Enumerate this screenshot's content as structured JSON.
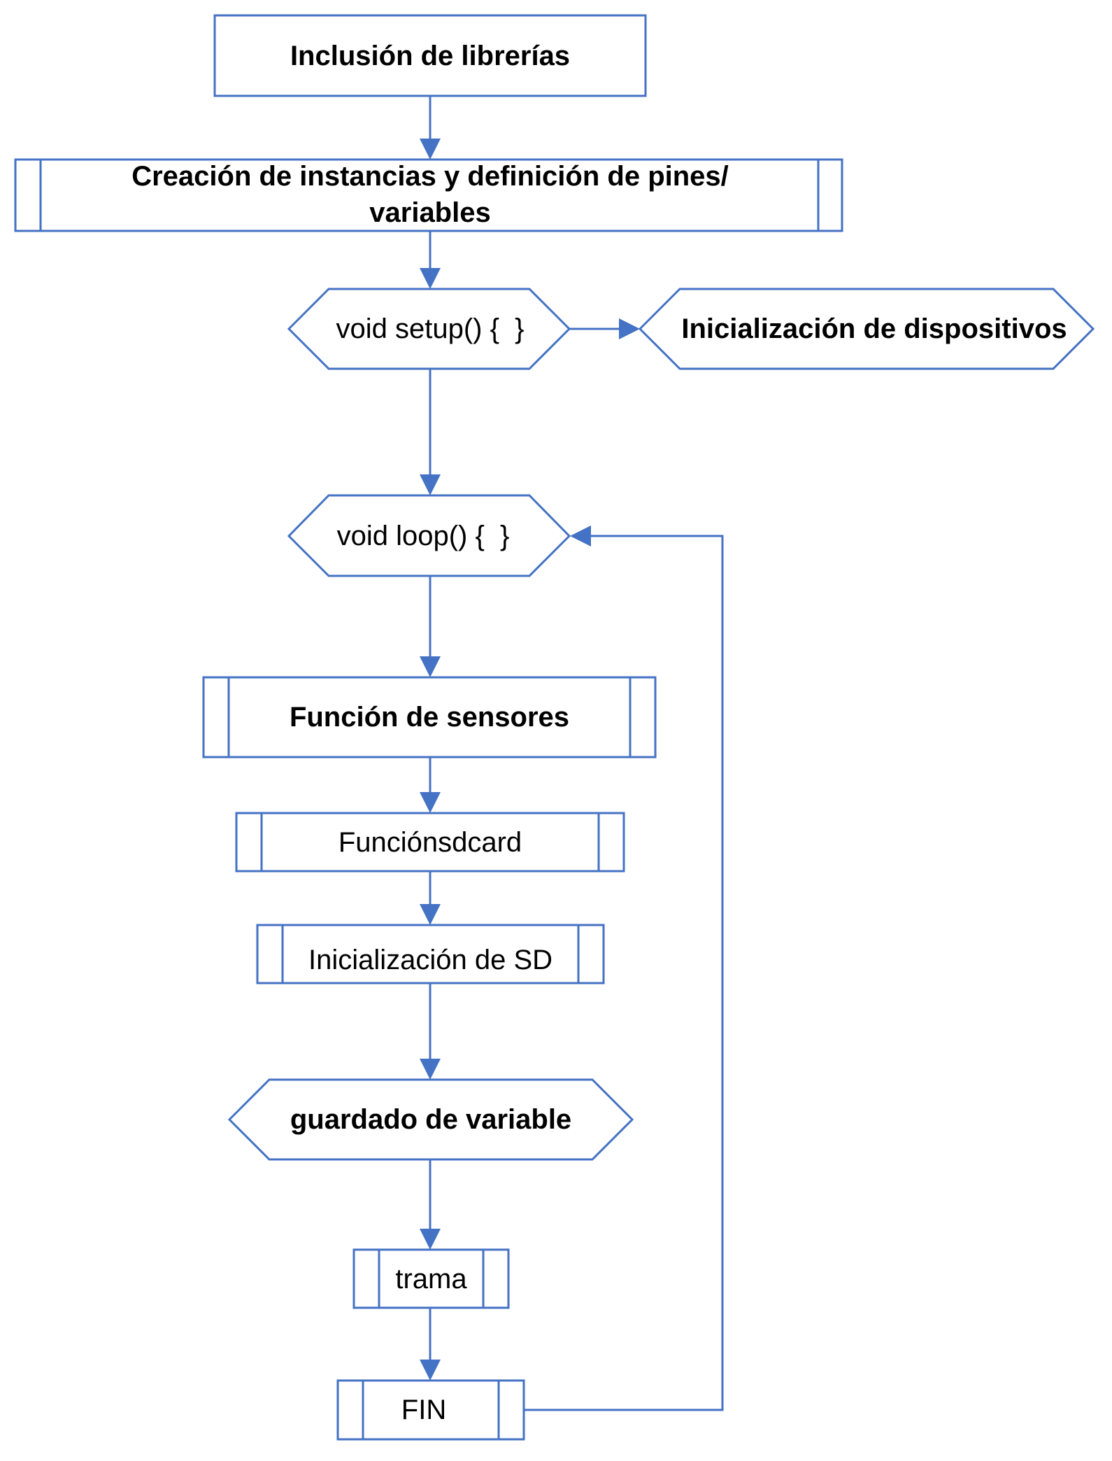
{
  "nodes": {
    "include_libraries": "Inclusión de librerías",
    "create_instances": "Creación de instancias y definición de pines/ variables",
    "setup": "void setup() {  }",
    "init_devices": "Inicialización de dispositivos",
    "loop": "void loop() {  }",
    "sensor_function": "Función de sensores",
    "sdcard_function": "Funciónsdcard",
    "sd_init": "Inicialización de SD",
    "save_variable": "guardado de variable",
    "frame": "trama",
    "end": "FIN"
  },
  "colors": {
    "line": "#4472c4",
    "box_border": "#4472c4",
    "text": "#000000",
    "background": "#ffffff"
  }
}
